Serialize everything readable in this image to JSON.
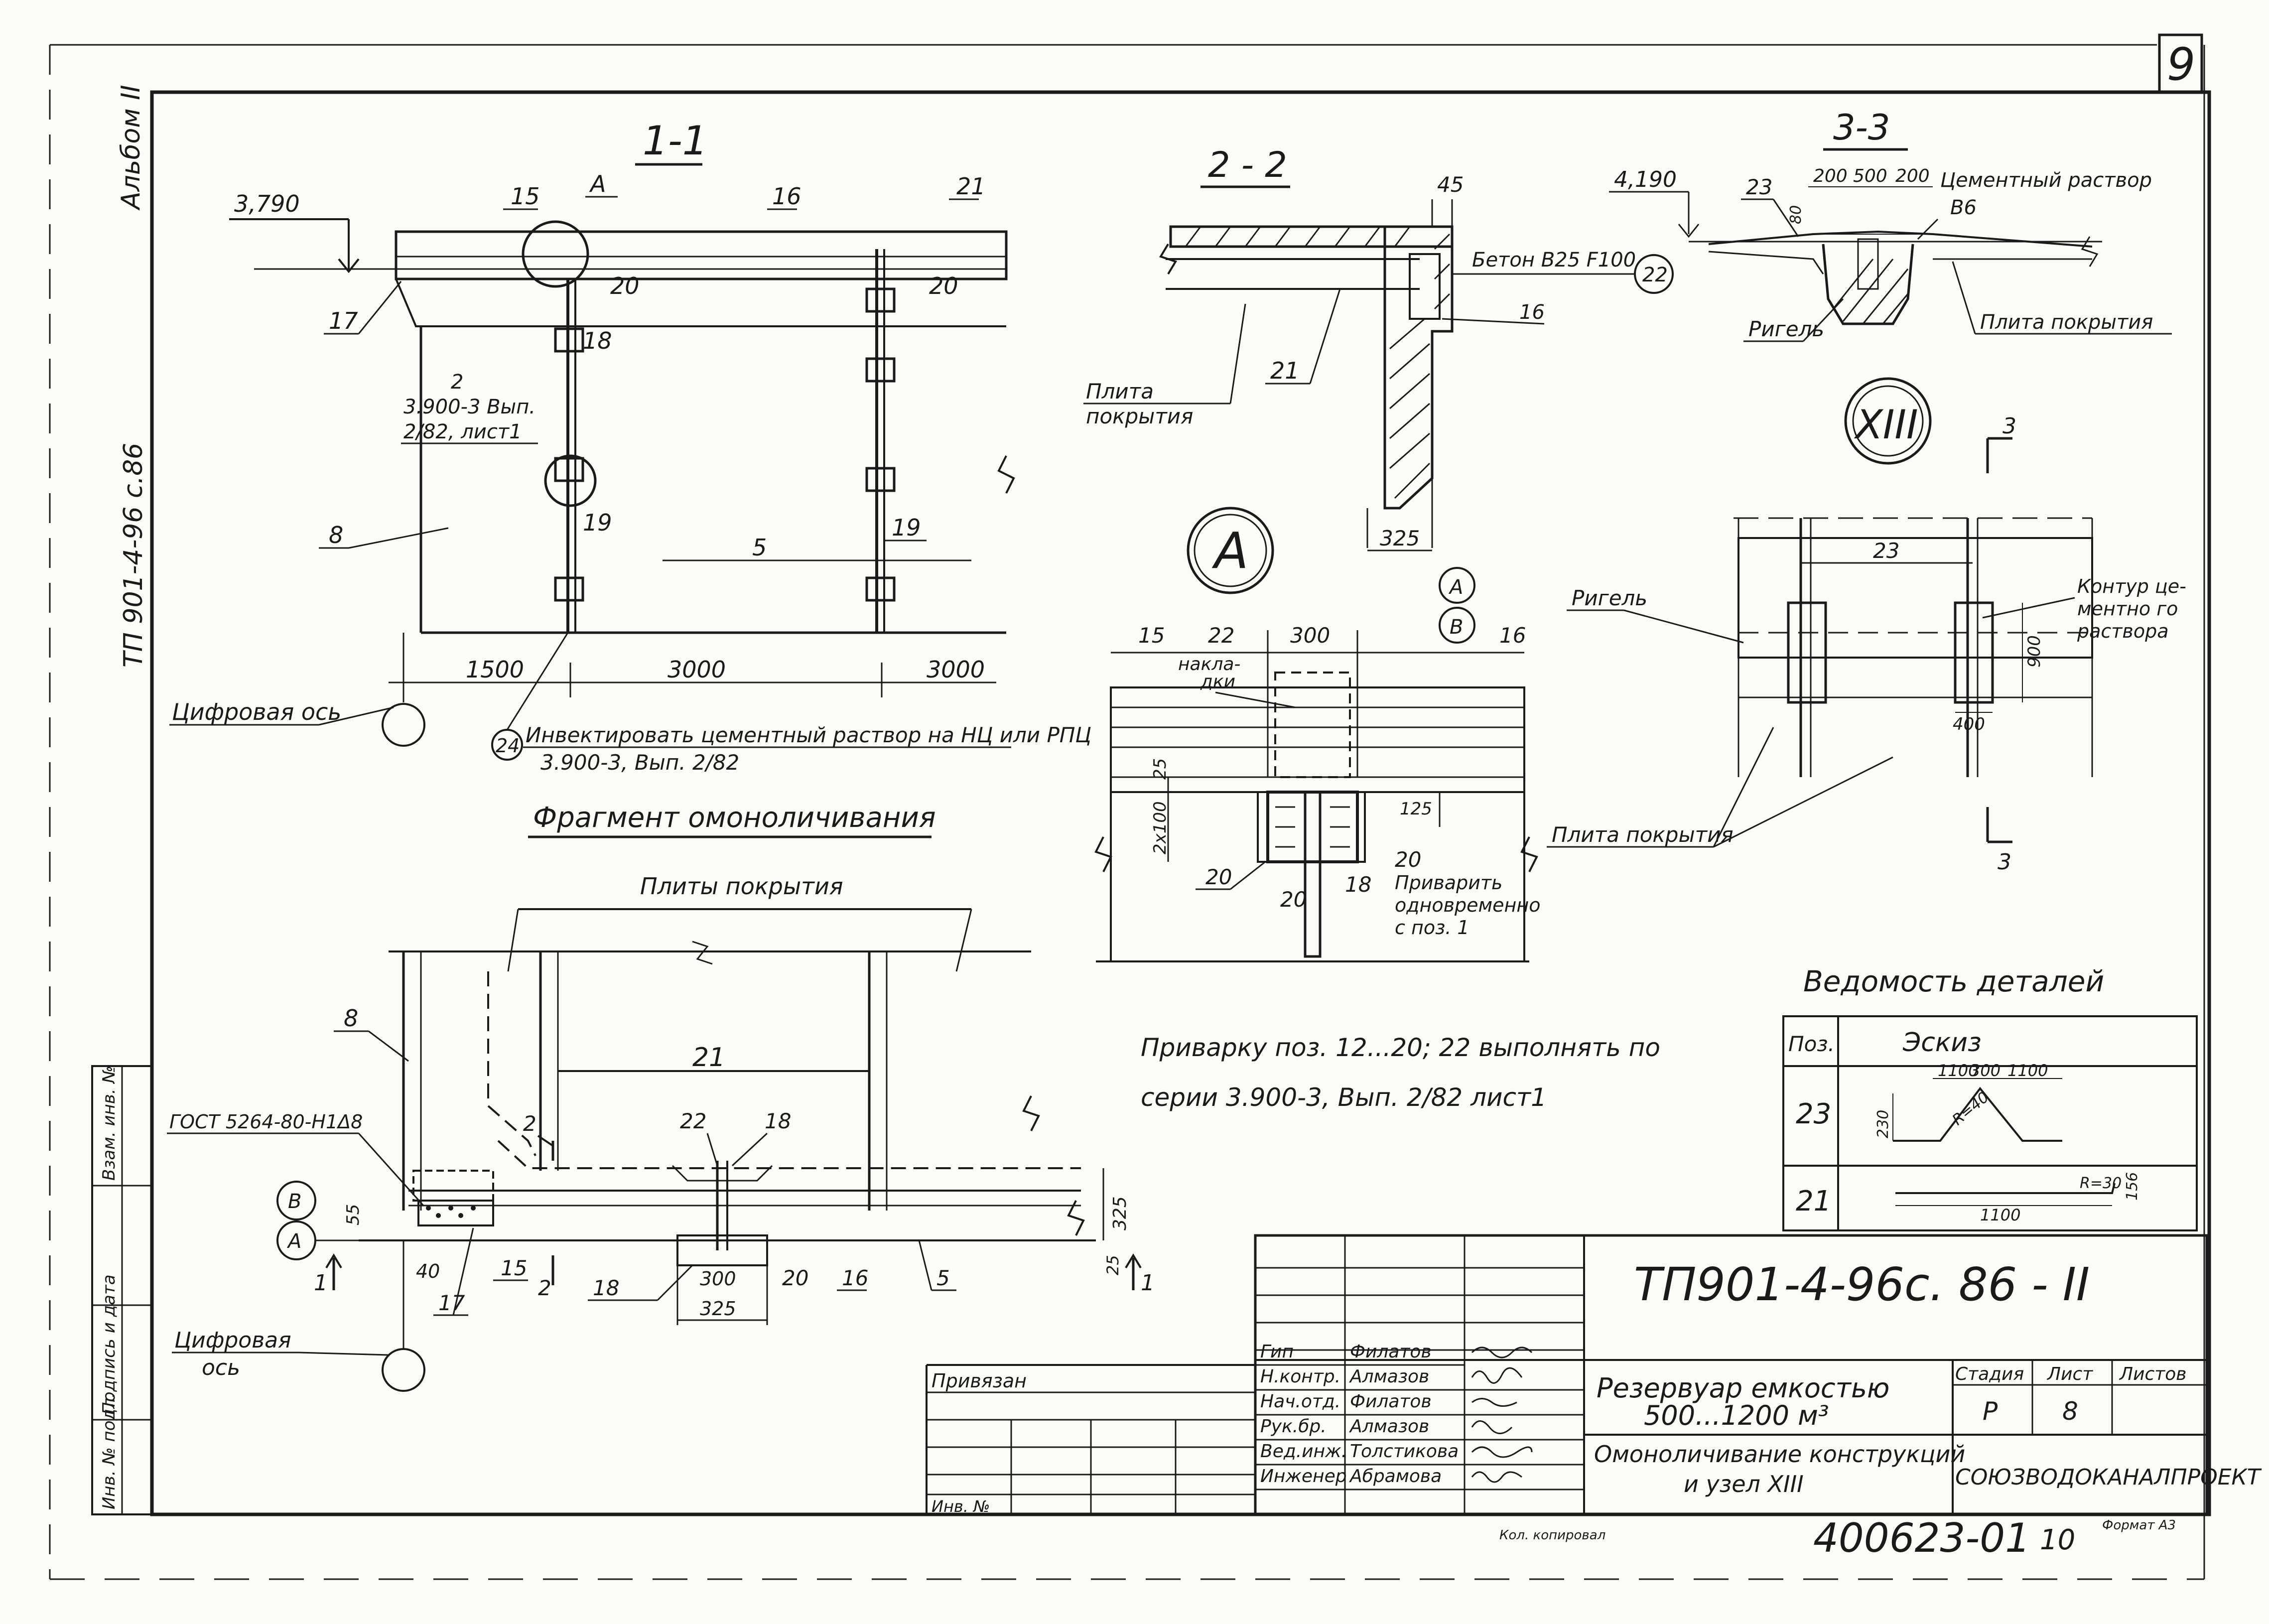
{
  "sheet": {
    "sheet_number": "9",
    "album": "Альбом II",
    "side_code": "ТП 901-4-96 с.86"
  },
  "section_1_1": {
    "title": "1-1",
    "elev": "3,790",
    "labels": [
      "15",
      "A",
      "16",
      "21",
      "17",
      "20",
      "20",
      "18",
      "8",
      "19",
      "5",
      "19"
    ],
    "note_ref": [
      "2",
      "3.900-3 Вып.",
      "2/82, лист1"
    ],
    "dims": [
      "1500",
      "3000",
      "3000"
    ],
    "axis": "Цифровая ось",
    "inject_pos": "24",
    "inject_note": [
      "Инвектировать цементный раствор на НЦ или РПЦ",
      "3.900-3, Вып. 2/82"
    ]
  },
  "section_2_2": {
    "title": "2 - 2",
    "dim_top": "45",
    "concrete": "Бетон В25 F100",
    "concrete_pos": "22",
    "pos_16": "16",
    "pos_21": "21",
    "plate_label": [
      "Плита",
      "покрытия"
    ],
    "dim_bottom": "325",
    "marks": [
      "A",
      "B"
    ]
  },
  "section_3_3": {
    "title": "3-3",
    "elev": "4,190",
    "pos": "23",
    "dim_80": "80",
    "dims": [
      "200",
      "500",
      "200"
    ],
    "mortar": [
      "Цементный раствор",
      "В6"
    ],
    "rigel": "Ригель",
    "plate": "Плита покрытия"
  },
  "node_a": {
    "mark": "A",
    "dims": [
      "15",
      "22",
      "300",
      "16"
    ],
    "nakladki": [
      "накла-",
      "дки"
    ],
    "dim_25": "25",
    "dim_2x100": "2х100",
    "dim_125": "125",
    "labels": [
      "20",
      "20",
      "18"
    ],
    "weld_pos": "20",
    "weld_note": [
      "Приварить",
      "одновременно",
      "с поз. 1"
    ]
  },
  "node_xiii": {
    "mark": "XIII",
    "cut": "3",
    "pos": "23",
    "rigel": "Ригель",
    "contour": [
      "Контур це-",
      "ментно го",
      "раствора"
    ],
    "dims": [
      "900",
      "400"
    ],
    "plate": "Плита покрытия"
  },
  "fragment": {
    "title": "Фрагмент омоноличивания",
    "plates": "Плиты покрытия",
    "labels": [
      "8",
      "21",
      "2",
      "22",
      "18"
    ],
    "gost": "ГОСТ 5264-80-Н1Δ8",
    "marks": [
      "B",
      "A"
    ],
    "dim_55": "55",
    "dims": [
      "325",
      "25"
    ],
    "bottom": [
      "1",
      "40",
      "17",
      "15",
      "2",
      "18",
      "300",
      "20",
      "16",
      "5",
      "1"
    ],
    "dim_325": "325",
    "axis": [
      "Цифровая",
      "ось"
    ]
  },
  "weld_note": [
    "Приварку поз. 12...20; 22 выполнять по",
    "серии 3.900-3, Вып. 2/82 лист1"
  ],
  "details_table": {
    "title": "Ведомость деталей",
    "headers": [
      "Поз.",
      "Эскиз"
    ],
    "rows": [
      {
        "pos": "23",
        "dims": [
          "1100",
          "300",
          "1100",
          "230",
          "R=40"
        ]
      },
      {
        "pos": "21",
        "dims": [
          "R=30",
          "156",
          "1100"
        ]
      }
    ]
  },
  "left_strip": [
    "Инв. № подл.",
    "Подпись и дата",
    "Взам. инв. №"
  ],
  "title_block": {
    "code": "ТП901-4-96с. 86 - II",
    "privyazan": "Привязан",
    "inv": "Инв. №",
    "roles": [
      {
        "role": "Гип",
        "name": "Филатов"
      },
      {
        "role": "Н.контр.",
        "name": "Алмазов"
      },
      {
        "role": "Нач.отд.",
        "name": "Филатов"
      },
      {
        "role": "Рук.бр.",
        "name": "Алмазов"
      },
      {
        "role": "Вед.инж.",
        "name": "Толстикова"
      },
      {
        "role": "Инженер",
        "name": "Абрамова"
      }
    ],
    "project": [
      "Резервуар емкостью",
      "500...1200 м³"
    ],
    "sheet_title": [
      "Омоноличивание конструкций",
      "и узел XIII"
    ],
    "stage_headers": [
      "Стадия",
      "Лист",
      "Листов"
    ],
    "stage": "Р",
    "sheet": "8",
    "org": "СОЮЗВОДОКАНАЛПРОЕКТ",
    "kopiroval": "Кол. копировал",
    "format": "Формат А3",
    "doc_number": "400623-01",
    "page": "10"
  }
}
